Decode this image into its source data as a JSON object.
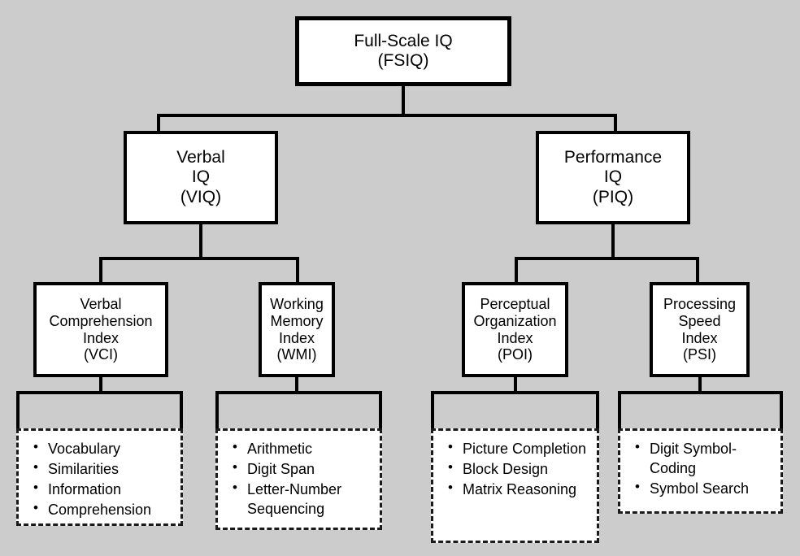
{
  "diagram": {
    "title": "Full-Scale IQ hierarchical structure",
    "background_color": "#cccccc",
    "line_color": "#000000",
    "box_fill": "#ffffff"
  },
  "root": {
    "line1": "Full-Scale IQ",
    "line2": "(FSIQ)"
  },
  "level2": [
    {
      "line1": "Verbal",
      "line2": "IQ",
      "line3": "(VIQ)"
    },
    {
      "line1": "Performance",
      "line2": "IQ",
      "line3": "(PIQ)"
    }
  ],
  "level3": [
    {
      "line1": "Verbal",
      "line2": "Comprehension",
      "line3": "Index",
      "line4": "(VCI)"
    },
    {
      "line1": "Working",
      "line2": "Memory",
      "line3": "Index",
      "line4": "(WMI)"
    },
    {
      "line1": "Perceptual",
      "line2": "Organization",
      "line3": "Index",
      "line4": "(POI)"
    },
    {
      "line1": "Processing",
      "line2": "Speed",
      "line3": "Index",
      "line4": "(PSI)"
    }
  ],
  "subtests": {
    "vci": [
      "Vocabulary",
      "Similarities",
      "Information",
      "Comprehension"
    ],
    "wmi": [
      "Arithmetic",
      "Digit Span",
      "Letter-Number Sequencing"
    ],
    "poi": [
      "Picture Completion",
      "Block Design",
      "Matrix Reasoning"
    ],
    "psi": [
      "Digit Symbol-Coding",
      "Symbol Search"
    ]
  }
}
